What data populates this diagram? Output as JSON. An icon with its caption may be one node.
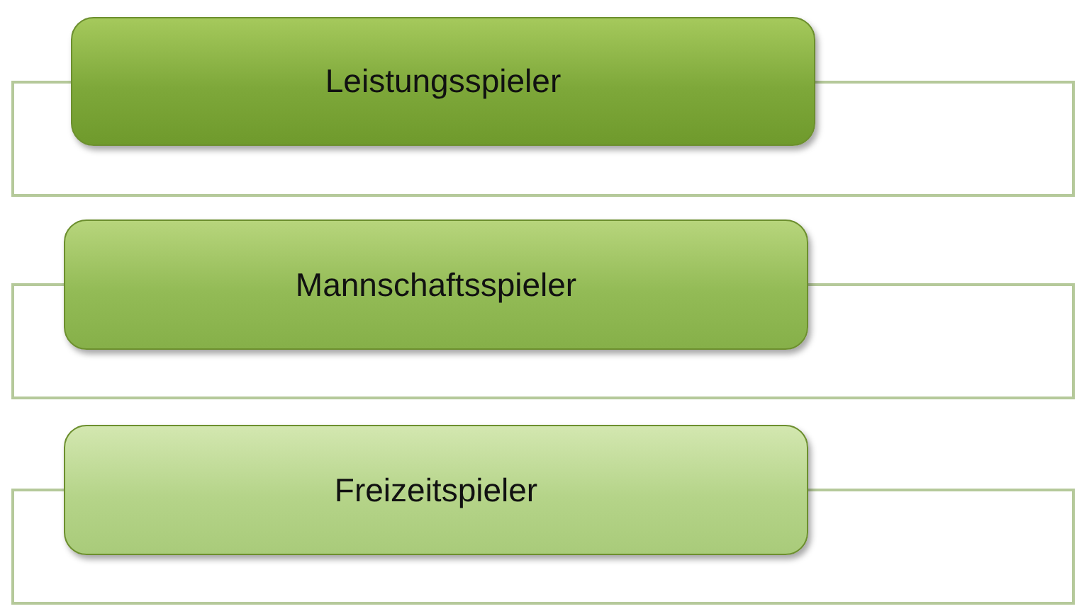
{
  "diagram": {
    "nodes": [
      {
        "text": [],
        "shape": "box"
      },
      {
        "text": [
          "Leistungsspieler"
        ]
      },
      {
        "text": [],
        "shape": "box"
      },
      {
        "text": [
          "Mannschaftsspieler"
        ]
      },
      {
        "text": [],
        "shape": "box"
      },
      {
        "text": [
          "Freizeitspieler"
        ]
      }
    ]
  }
}
